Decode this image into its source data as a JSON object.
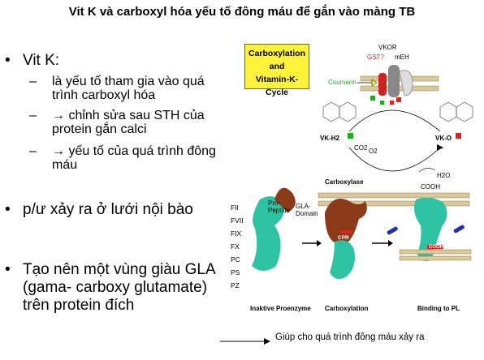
{
  "slide": {
    "title": "Vit K và carboxyl hóa yếu tố đông máu để gắn vào màng TB"
  },
  "bullets": [
    {
      "marker": "•",
      "text": "Vit K:",
      "sub": [
        {
          "marker": "–",
          "text": " là yếu tố tham gia vào quá trình carboxyl hóa"
        },
        {
          "marker": "–",
          "text": "→ chỉnh sửa sau STH của protein gắn calci"
        },
        {
          "marker": "–",
          "text": "→ yếu tố của quá trình đông máu"
        }
      ]
    },
    {
      "marker": "•",
      "text": "p/ư xảy ra ở lưới nội bào",
      "sub": []
    },
    {
      "marker": "•",
      "text": "Tạo nên một vùng giàu GLA (gama- carboxy glutamate) trên protein đích",
      "sub": []
    }
  ],
  "figure": {
    "box_title": "Carboxylation and Vitamin-K-Cycle",
    "box_line1": "Carboxylation",
    "box_line2": "and",
    "box_line3": "Vitamin-K-Cycle",
    "vkor": "VKOR",
    "gst": "GST?",
    "meh": "mEH",
    "coumarin": "Coumarin",
    "vkh2": "VK-H2",
    "vko": "VK-O",
    "co2": "CO2",
    "o2": "O2",
    "h2o": "H2O",
    "cooh": "COOH",
    "carboxylase": "Carboxylase",
    "factors": [
      "FII",
      "FVII",
      "FIX",
      "FX",
      "PC",
      "PS",
      "PZ"
    ],
    "pro_peptide": "Pro-Peptide",
    "gla_domain": "GLA-Domain",
    "cpr": "CPR",
    "cooh2": "COOH",
    "label_inactive": "Inaktive Proenzyme",
    "label_carboxylation": "Carboxylation",
    "label_binding": "Binding to PL"
  },
  "footnote": "Giúp cho quá trình đông máu xảy ra",
  "colors": {
    "box_yellow": "#fff23a",
    "teal": "#2ec4a3",
    "brown": "#8b3a1a",
    "green_sq": "#22aa22",
    "red_sq": "#dd2222",
    "membrane": "#d8c89a"
  }
}
